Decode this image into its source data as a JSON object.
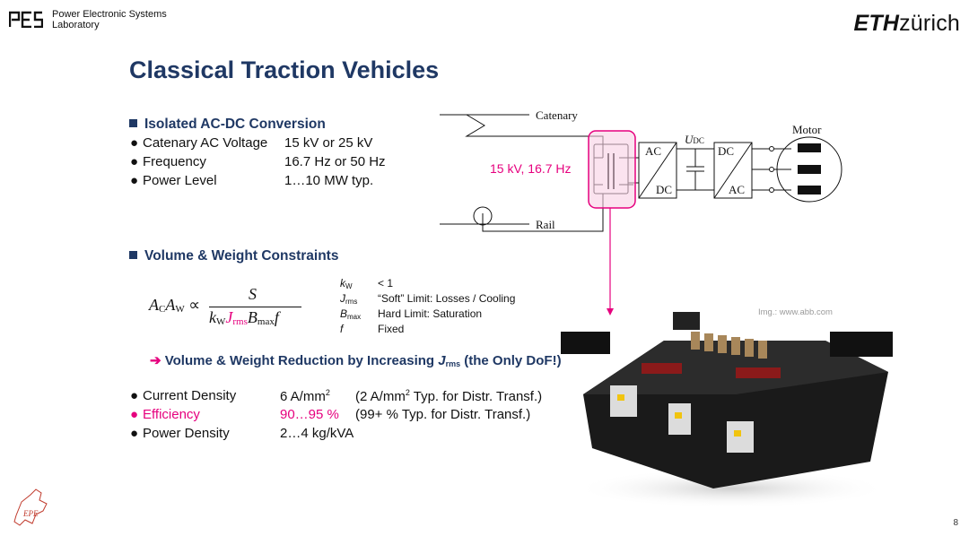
{
  "header": {
    "lab_line1": "Power Electronic Systems",
    "lab_line2": "Laboratory",
    "eth_bold": "ETH",
    "eth_rest": "zürich"
  },
  "slide": {
    "title": "Classical Traction Vehicles",
    "page_number": "8"
  },
  "section1": {
    "heading": "Isolated AC-DC Conversion",
    "items": [
      {
        "label": "Catenary AC Voltage",
        "value": "15 kV or 25 kV"
      },
      {
        "label": "Frequency",
        "value": "16.7 Hz or 50 Hz"
      },
      {
        "label": "Power Level",
        "value": "1…10 MW typ."
      }
    ]
  },
  "section2": {
    "heading": "Volume & Weight Constraints",
    "formula_lhs": "A",
    "formula_num": "S",
    "legend": [
      {
        "sym": "k",
        "sub": "W",
        "desc": "< 1"
      },
      {
        "sym": "J",
        "sub": "rms",
        "desc": "“Soft” Limit: Losses / Cooling"
      },
      {
        "sym": "B",
        "sub": "max",
        "desc": "Hard Limit: Saturation"
      },
      {
        "sym": "f",
        "sub": "",
        "desc": "Fixed"
      }
    ],
    "conclusion_pre": "Volume & Weight Reduction by Increasing ",
    "conclusion_sym": "J",
    "conclusion_sub": "rms",
    "conclusion_post": " (the  Only DoF!)"
  },
  "section3": {
    "items": [
      {
        "label": "Current Density",
        "value": "6 A/mm",
        "sup": "2",
        "note_pre": "(2 A/mm",
        "note_sup": "2",
        "note_post": " Typ. for Distr. Transf.)"
      },
      {
        "label": "Efficiency",
        "value": "90…95 %",
        "note": "(99+ % Typ. for Distr. Transf.)"
      },
      {
        "label": "Power Density",
        "value": "2…4 kg/kVA"
      }
    ]
  },
  "diagram": {
    "catenary": "Catenary",
    "rail": "Rail",
    "motor": "Motor",
    "udc": "U",
    "udc_sub": "DC",
    "conv1_top": "AC",
    "conv1_bot": "DC",
    "conv2_top": "DC",
    "conv2_bot": "AC",
    "transformer_label": "15 kV, 16.7 Hz"
  },
  "image": {
    "credit": "Img.: www.abb.com"
  }
}
